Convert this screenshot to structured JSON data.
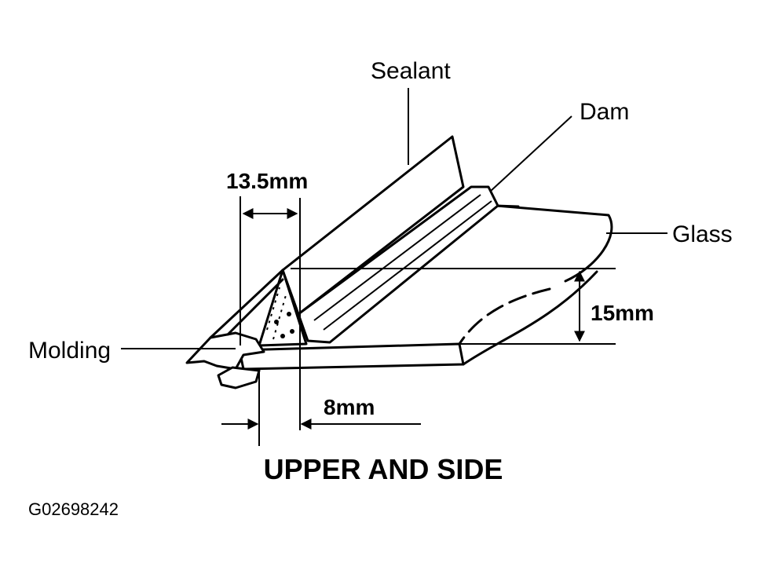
{
  "labels": {
    "sealant": "Sealant",
    "dam": "Dam",
    "glass": "Glass",
    "molding": "Molding",
    "dim_13_5": "13.5mm",
    "dim_15": "15mm",
    "dim_8": "8mm"
  },
  "caption": "UPPER AND SIDE",
  "figure_code": "G02698242",
  "colors": {
    "ink": "#000000",
    "paper": "#ffffff"
  }
}
